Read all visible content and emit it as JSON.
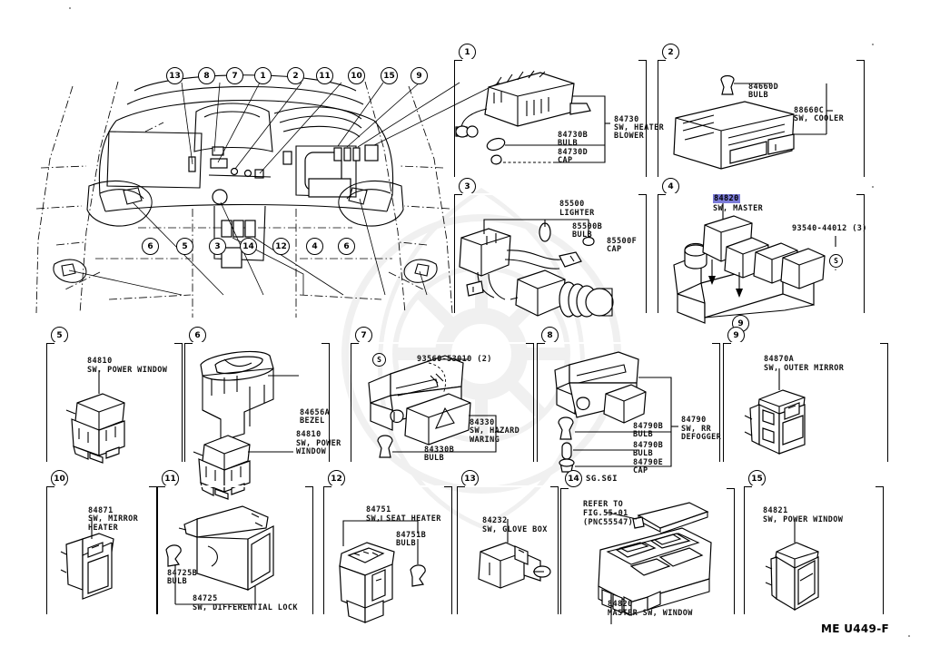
{
  "document": {
    "type": "automotive-parts-diagram",
    "footer_code": "ME U449-F",
    "highlight_color": "#7b7bd8"
  },
  "vehicle_illustration": {
    "name": "interior-dashboard-view",
    "top_callouts": [
      "13",
      "8",
      "7",
      "1",
      "2",
      "11",
      "10",
      "15",
      "9"
    ],
    "bottom_callouts": [
      "6",
      "5",
      "3",
      "14",
      "12",
      "4",
      "6"
    ]
  },
  "panels": [
    {
      "id": "1",
      "number": "1",
      "heading": "",
      "parts": [
        {
          "code": "84730",
          "desc": "SW, HEATER\nBLOWER"
        },
        {
          "code": "84730B",
          "desc": "BULB"
        },
        {
          "code": "84730D",
          "desc": "CAP"
        }
      ]
    },
    {
      "id": "2",
      "number": "2",
      "heading": "",
      "parts": [
        {
          "code": "84660D",
          "desc": "BULB"
        },
        {
          "code": "88660C",
          "desc": "SW, COOLER"
        }
      ]
    },
    {
      "id": "3",
      "number": "3",
      "heading": "",
      "parts": [
        {
          "code": "85500",
          "desc": "LIGHTER"
        },
        {
          "code": "85500B",
          "desc": "BULB"
        },
        {
          "code": "85500F",
          "desc": "CAP"
        }
      ]
    },
    {
      "id": "4",
      "number": "4",
      "heading": "",
      "highlighted_code": "84820",
      "parts": [
        {
          "code": "84820",
          "desc": "SW, MASTER",
          "highlighted": true
        },
        {
          "code": "93540-44012 (3)",
          "desc": ""
        }
      ],
      "sub_callout": "9",
      "screw_marker": "S"
    },
    {
      "id": "5",
      "number": "5",
      "heading": "",
      "parts": [
        {
          "code": "84810",
          "desc": "SW, POWER WINDOW"
        }
      ]
    },
    {
      "id": "6",
      "number": "6",
      "heading": "",
      "parts": [
        {
          "code": "84656A",
          "desc": "BEZEL"
        },
        {
          "code": "84810",
          "desc": "SW, POWER\nWINDOW"
        }
      ]
    },
    {
      "id": "7",
      "number": "7",
      "heading": "",
      "parts": [
        {
          "code": "93560-53010 (2)",
          "desc": ""
        },
        {
          "code": "84330",
          "desc": "SW, HAZARD\nWARING"
        },
        {
          "code": "84330B",
          "desc": "BULB"
        }
      ],
      "screw_marker": "S"
    },
    {
      "id": "8",
      "number": "8",
      "heading": "",
      "parts": [
        {
          "code": "84790",
          "desc": "SW, RR\nDEFOGGER"
        },
        {
          "code": "84790B",
          "desc": "BULB"
        },
        {
          "code": "84790B",
          "desc": "BULB"
        },
        {
          "code": "84790E",
          "desc": "CAP"
        }
      ]
    },
    {
      "id": "9",
      "number": "9",
      "heading": "",
      "parts": [
        {
          "code": "84870A",
          "desc": "SW, OUTER MIRROR"
        }
      ]
    },
    {
      "id": "10",
      "number": "10",
      "heading": "",
      "parts": [
        {
          "code": "84871",
          "desc": "SW, MIRROR\nHEATER"
        }
      ]
    },
    {
      "id": "11",
      "number": "11",
      "heading": "",
      "parts": [
        {
          "code": "84725B",
          "desc": "BULB"
        },
        {
          "code": "84725",
          "desc": "SW, DIFFERENTIAL LOCK"
        }
      ]
    },
    {
      "id": "12",
      "number": "12",
      "heading": "",
      "parts": [
        {
          "code": "84751",
          "desc": "SW, SEAT HEATER"
        },
        {
          "code": "84751B",
          "desc": "BULB"
        }
      ]
    },
    {
      "id": "13",
      "number": "13",
      "heading": "",
      "parts": [
        {
          "code": "84232",
          "desc": "SW, GLOVE BOX"
        }
      ]
    },
    {
      "id": "14",
      "number": "14",
      "heading": "SG.S6I",
      "reference": "REFER TO\nFIG.55-01\n(PNC55547)",
      "parts": [
        {
          "code": "84820",
          "desc": "MASTER SW, WINDOW"
        }
      ]
    },
    {
      "id": "15",
      "number": "15",
      "heading": "",
      "parts": [
        {
          "code": "84821",
          "desc": "SW, POWER WINDOW"
        }
      ]
    }
  ],
  "labels": {
    "p1_84730": "84730",
    "p1_84730_d": "SW, HEATER",
    "p1_84730_d2": "BLOWER",
    "p1_84730B": "84730B",
    "p1_bulb": "BULB",
    "p1_84730D": "84730D",
    "p1_cap": "CAP",
    "p2_84660D": "84660D",
    "p2_bulb": "BULB",
    "p2_88660C": "88660C",
    "p2_swcooler": "SW, COOLER",
    "p3_85500": "85500",
    "p3_lighter": "LIGHTER",
    "p3_85500B": "85500B",
    "p3_bulb": "BULB",
    "p3_85500F": "85500F",
    "p3_cap": "CAP",
    "p4_84820": "84820",
    "p4_swmaster": "SW, MASTER",
    "p4_93540": "93540-44012 (3)",
    "p5_84810": "84810",
    "p5_desc": "SW, POWER WINDOW",
    "p6_84656A": "84656A",
    "p6_bezel": "BEZEL",
    "p6_84810": "84810",
    "p6_swpower": "SW, POWER",
    "p6_window": "WINDOW",
    "p7_93560": "93560-53010 (2)",
    "p7_84330": "84330",
    "p7_swhazard": "SW, HAZARD",
    "p7_waring": "WARING",
    "p7_84330B": "84330B",
    "p7_bulb": "BULB",
    "p8_84790": "84790",
    "p8_swrr": "SW, RR",
    "p8_defogger": "DEFOGGER",
    "p8_84790B1": "84790B",
    "p8_bulb1": "BULB",
    "p8_84790B2": "84790B",
    "p8_bulb2": "BULB",
    "p8_84790E": "84790E",
    "p8_cap": "CAP",
    "p9_84870A": "84870A",
    "p9_desc": "SW, OUTER MIRROR",
    "p10_84871": "84871",
    "p10_swmirror": "SW, MIRROR",
    "p10_heater": "HEATER",
    "p11_84725B": "84725B",
    "p11_bulb": "BULB",
    "p11_84725": "84725",
    "p11_desc": "SW, DIFFERENTIAL LOCK",
    "p12_84751": "84751",
    "p12_desc": "SW, SEAT HEATER",
    "p12_84751B": "84751B",
    "p12_bulb": "BULB",
    "p13_84232": "84232",
    "p13_desc": "SW, GLOVE BOX",
    "p14_head": "SG.S6I",
    "p14_ref1": "REFER TO",
    "p14_ref2": "FIG.55-01",
    "p14_ref3": "(PNC55547)",
    "p14_84820": "84820",
    "p14_desc": "MASTER SW, WINDOW",
    "p15_84821": "84821",
    "p15_desc": "SW, POWER WINDOW",
    "s_marker": "S"
  }
}
